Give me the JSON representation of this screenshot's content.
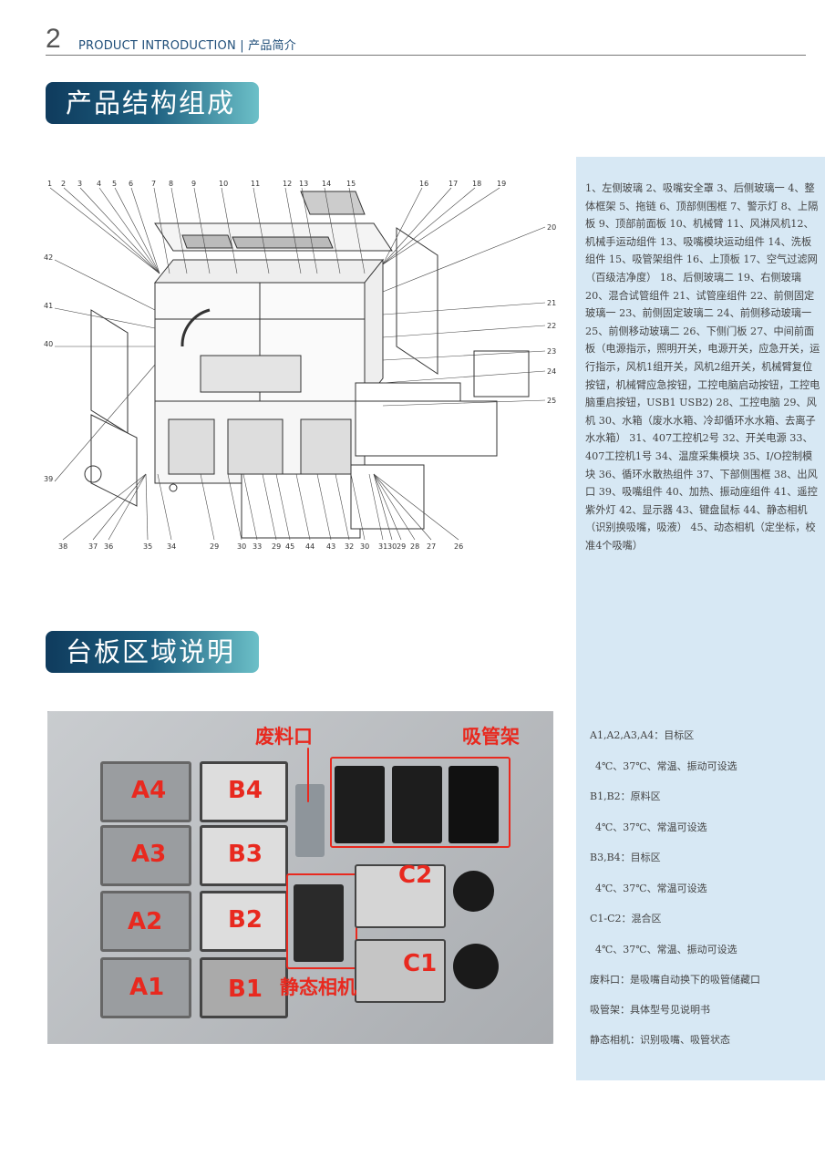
{
  "header": {
    "page_number": "2",
    "section": "PRODUCT INTRODUCTION | 产品简介"
  },
  "sections": [
    {
      "title": "产品结构组成"
    },
    {
      "title": "台板区域说明"
    }
  ],
  "diagram": {
    "top_labels": [
      "1",
      "2",
      "3",
      "4",
      "5",
      "6",
      "7",
      "8",
      "9",
      "10",
      "11",
      "12",
      "13",
      "14",
      "15",
      "16",
      "17",
      "18",
      "19"
    ],
    "right_labels": [
      "20",
      "21",
      "22",
      "23",
      "24",
      "25"
    ],
    "left_labels": [
      "42",
      "41",
      "40",
      "39"
    ],
    "bottom_labels": [
      "38",
      "37",
      "36",
      "35",
      "34",
      "29",
      "30",
      "33",
      "29",
      "45",
      "44",
      "43",
      "32",
      "30",
      "31",
      "30",
      "29",
      "28",
      "27",
      "26"
    ]
  },
  "parts_legend": "1、左侧玻璃 2、吸嘴安全罩 3、后侧玻璃一 4、整体框架 5、拖链 6、顶部侧围框 7、警示灯 8、上隔板 9、顶部前面板 10、机械臂 11、风淋风机12、机械手运动组件 13、吸嘴模块运动组件 14、洗板组件 15、吸管架组件 16、上顶板 17、空气过滤网（百级洁净度） 18、后侧玻璃二 19、右侧玻璃 20、混合试管组件 21、试管座组件 22、前侧固定玻璃一 23、前侧固定玻璃二 24、前侧移动玻璃一 25、前侧移动玻璃二 26、下侧门板 27、中间前面板（电源指示，照明开关，电源开关，应急开关，运行指示，风机1组开关，风机2组开关，机械臂复位按钮，机械臂应急按钮，工控电脑启动按钮，工控电脑重启按钮，USB1 USB2) 28、工控电脑 29、风机 30、水箱（废水水箱、冷却循环水水箱、去离子水水箱） 31、407工控机2号 32、开关电源 33、407工控机1号 34、温度采集模块 35、I/O控制模块 36、循环水散热组件 37、下部侧围框 38、出风口 39、吸嘴组件 40、加热、振动座组件 41、遥控紫外灯 42、显示器 43、键盘鼠标 44、静态相机（识别换吸嘴，吸液） 45、动态相机（定坐标，校准4个吸嘴）",
  "photo": {
    "tiles": {
      "a4": "A4",
      "a3": "A3",
      "a2": "A2",
      "a1": "A1",
      "b4": "B4",
      "b3": "B3",
      "b2": "B2",
      "b1": "B1",
      "c2": "C2",
      "c1": "C1"
    },
    "callouts": {
      "waste": "废料口",
      "tip_rack": "吸管架",
      "camera": "静态相机"
    }
  },
  "zones": [
    {
      "title": "A1,A2,A3,A4：目标区",
      "detail": "4℃、37℃、常温、振动可设选"
    },
    {
      "title": "B1,B2：原料区",
      "detail": "4℃、37℃、常温可设选"
    },
    {
      "title": "B3,B4：目标区",
      "detail": "4℃、37℃、常温可设选"
    },
    {
      "title": "C1-C2：混合区",
      "detail": "4℃、37℃、常温、振动可设选"
    },
    {
      "title": "废料口：是吸嘴自动换下的吸管储藏口"
    },
    {
      "title": "吸管架：具体型号见说明书"
    },
    {
      "title": "静态相机：识别吸嘴、吸管状态"
    }
  ],
  "colors": {
    "accent": "#1d5f80",
    "callout": "#e8291f",
    "panel": "#d7e8f4"
  }
}
